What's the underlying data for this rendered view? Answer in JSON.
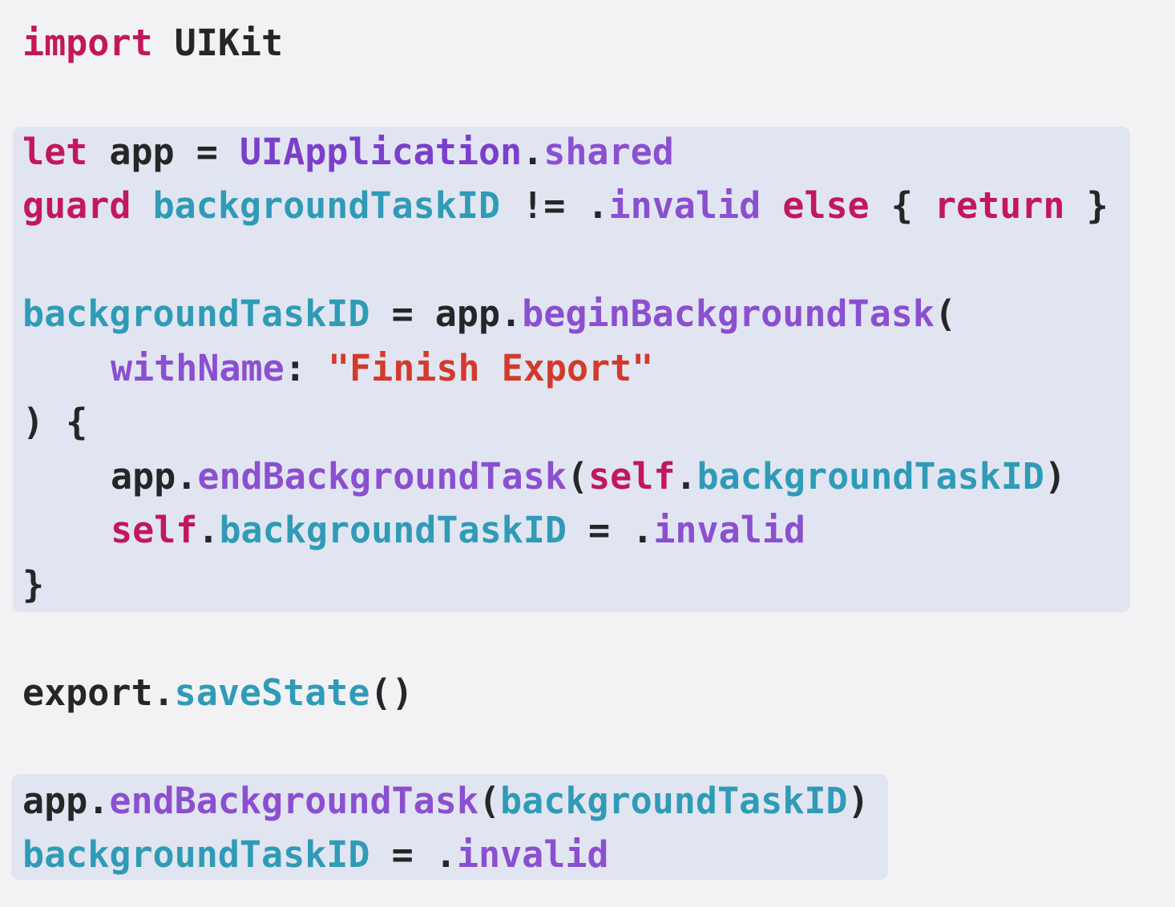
{
  "colors": {
    "background": "#f2f2f4",
    "highlight": "#e1e5f1",
    "keyword": "#c2185b",
    "identifier": "#262626",
    "type": "#7b3fcb",
    "member": "#8b4fd0",
    "variable": "#2f9bb7",
    "string": "#d23a2c"
  },
  "code": {
    "line1": {
      "kw_import": "import",
      "module": " UIKit"
    },
    "line2": {
      "kw_let": "let",
      "app": " app ",
      "eq": "= ",
      "type": "UIApplication",
      "dot": ".",
      "shared": "shared"
    },
    "line3": {
      "kw_guard": "guard",
      "sp": " ",
      "var": "backgroundTaskID",
      "neq": " != ",
      "dot": ".",
      "invalid": "invalid",
      "sp2": " ",
      "kw_else": "else",
      "brace": " { ",
      "kw_return": "return",
      "close": " }"
    },
    "line4": {
      "var": "backgroundTaskID",
      "eq": " = ",
      "app": "app",
      "dot": ".",
      "method": "beginBackgroundTask",
      "paren": "("
    },
    "line5": {
      "label": "withName",
      "colon": ": ",
      "string": "\"Finish Export\""
    },
    "line6": {
      "text": ") {"
    },
    "line7": {
      "app": "app",
      "dot": ".",
      "method": "endBackgroundTask",
      "paren": "(",
      "kw_self": "self",
      "dot2": ".",
      "var": "backgroundTaskID",
      "close": ")"
    },
    "line8": {
      "kw_self": "self",
      "dot": ".",
      "var": "backgroundTaskID",
      "eq": " = ",
      "dot2": ".",
      "invalid": "invalid"
    },
    "line9": {
      "text": "}"
    },
    "line10": {
      "obj": "export",
      "dot": ".",
      "method": "saveState",
      "parens": "()"
    },
    "line11": {
      "app": "app",
      "dot": ".",
      "method": "endBackgroundTask",
      "paren": "(",
      "var": "backgroundTaskID",
      "close": ")"
    },
    "line12": {
      "var": "backgroundTaskID",
      "eq": " = ",
      "dot": ".",
      "invalid": "invalid"
    }
  }
}
